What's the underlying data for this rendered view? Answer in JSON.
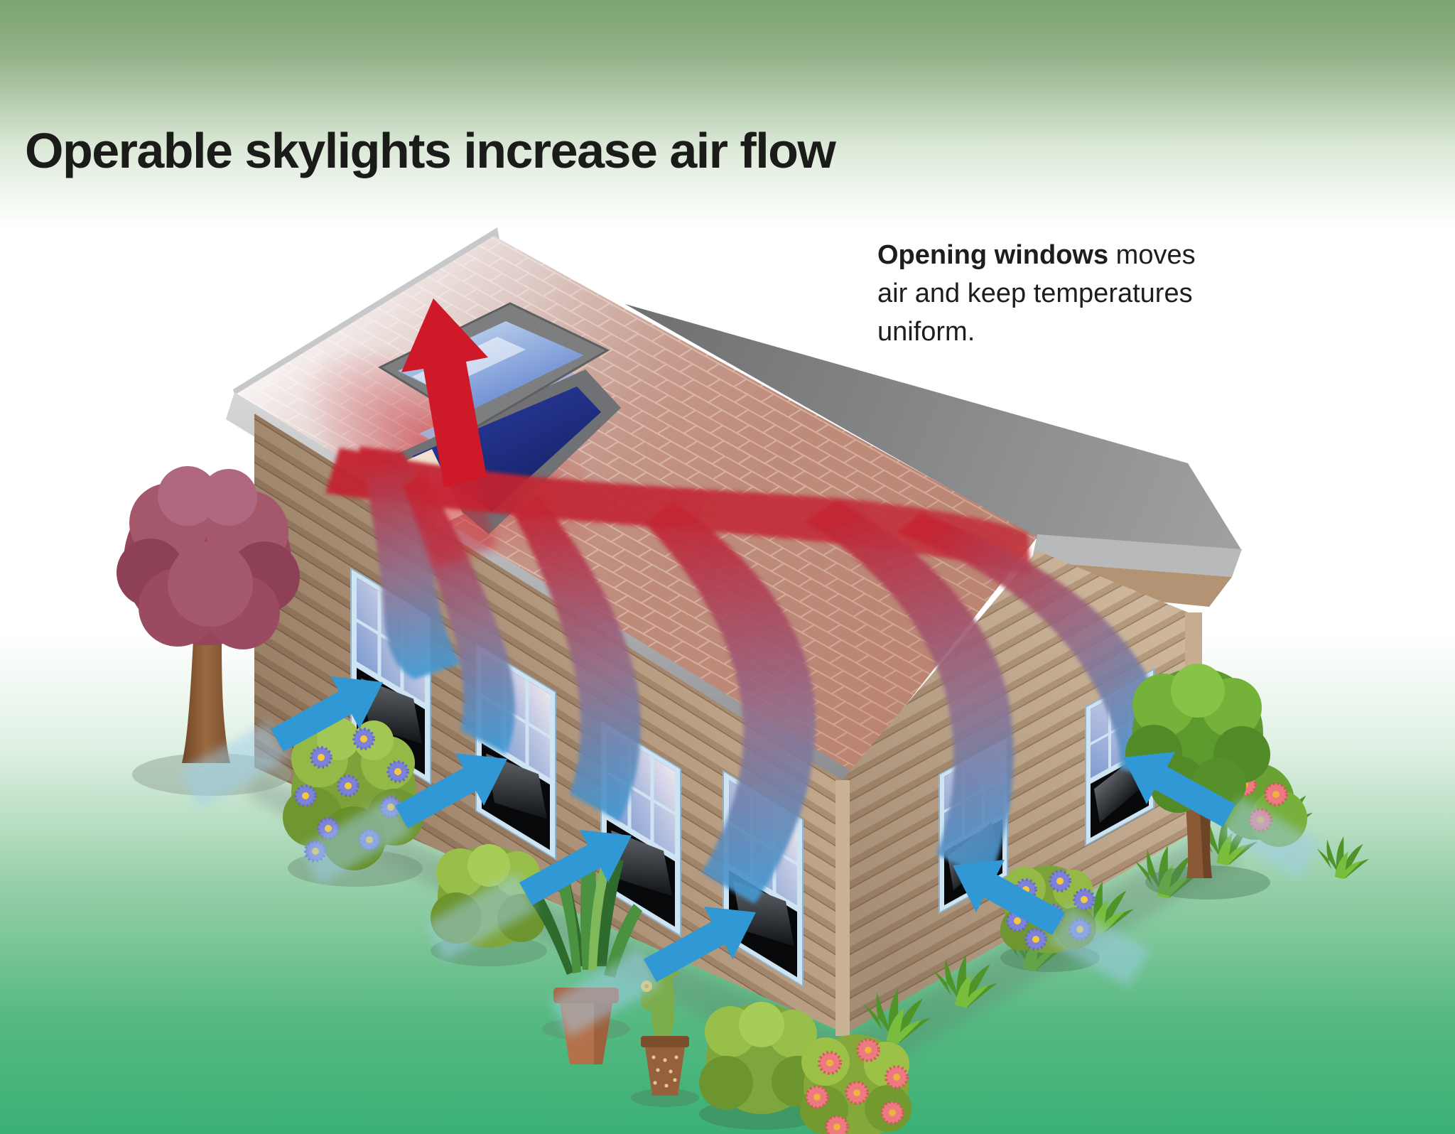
{
  "title": "Operable skylights increase air flow",
  "caption": {
    "bold": "Opening windows",
    "rest": " moves air and keep temperatures uniform."
  },
  "scene": {
    "skylight": "operable-skylight-open",
    "warm_air_icon": "red-up-arrow",
    "cool_air_icon": "blue-inward-arrow",
    "window_count": 6,
    "cool_air_arrow_count": 6,
    "plants": [
      "maroon-tree",
      "purple-flower-bush",
      "green-bush",
      "potted-snake-plant",
      "potted-cactus",
      "green-bush",
      "pink-flower-bush",
      "purple-flower-bush",
      "green-tree",
      "pink-flower-bush",
      "grass-tufts"
    ]
  },
  "colors": {
    "background_top": "#7ca471",
    "background_bottom": "#3bb075",
    "warm_red": "#c6222f",
    "cool_blue": "#2f98d5",
    "roof_brick": "#c08f80",
    "siding_left_wall": "#c2a78b",
    "siding_gable_wall": "#cdb69b",
    "window_frame": "#cfe4f2",
    "skylight_glass_dark": "#27379c"
  }
}
